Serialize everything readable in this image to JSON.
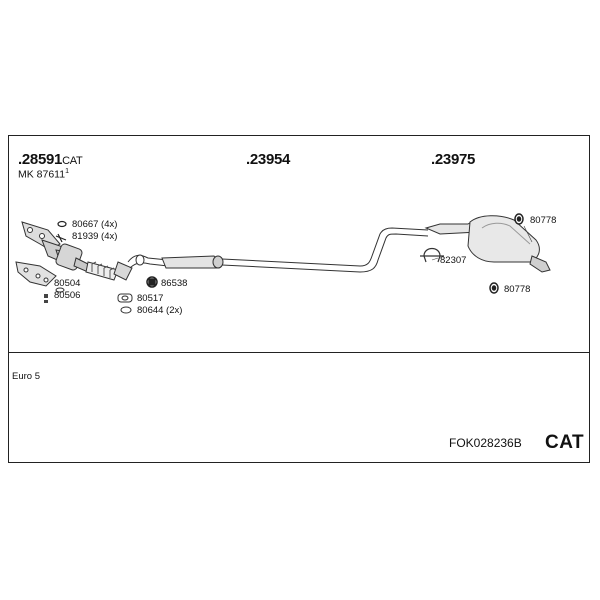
{
  "assemblies": {
    "front_pipe": {
      "number": ".28591",
      "suffix": "CAT"
    },
    "front_note": "MK  87611",
    "middle_silencer": {
      "number": ".23954"
    },
    "rear_silencer": {
      "number": ".23975"
    }
  },
  "parts": {
    "p80667": "80667 (4x)",
    "p81939": "81939 (4x)",
    "p80504": "80504",
    "p80506": "80506",
    "p86538": "86538",
    "p80517": "80517",
    "p80644": "80644 (2x)",
    "p82307": "82307",
    "p80778_top": "80778",
    "p80778_bottom": "80778"
  },
  "footer": {
    "norm": "Euro 5",
    "system_code": "FOK028236B",
    "badge": "CAT"
  }
}
